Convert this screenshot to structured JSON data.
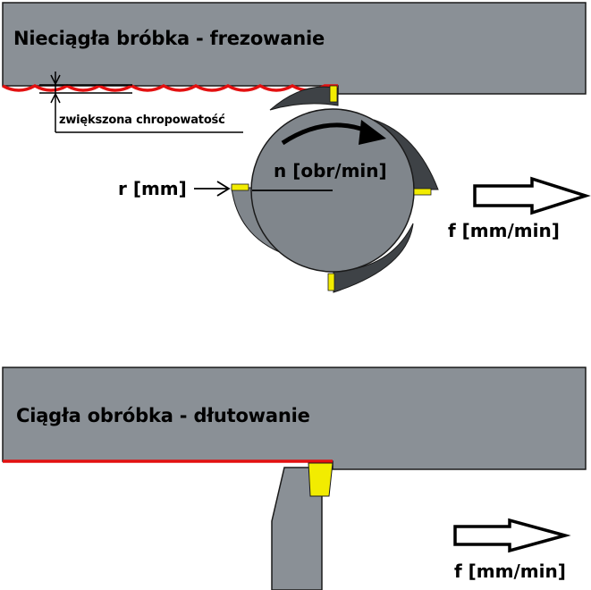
{
  "milling": {
    "title": "Nieciągła bróbka - frezowanie",
    "roughness_label": "zwiększona chropowatość",
    "radius_label": "r [mm]",
    "speed_label": "n [obr/min]",
    "feed_label": "f [mm/min]"
  },
  "planing": {
    "title": "Ciągła obróbka - dłutowanie",
    "feed_label": "f [mm/min]"
  },
  "colors": {
    "workpiece": "#8a9096",
    "cutter_face": "#80868c",
    "cutter_side": "#3e4246",
    "insert": "#f2ec00",
    "surface_line": "#e31010",
    "outline": "#1a1a1a"
  }
}
